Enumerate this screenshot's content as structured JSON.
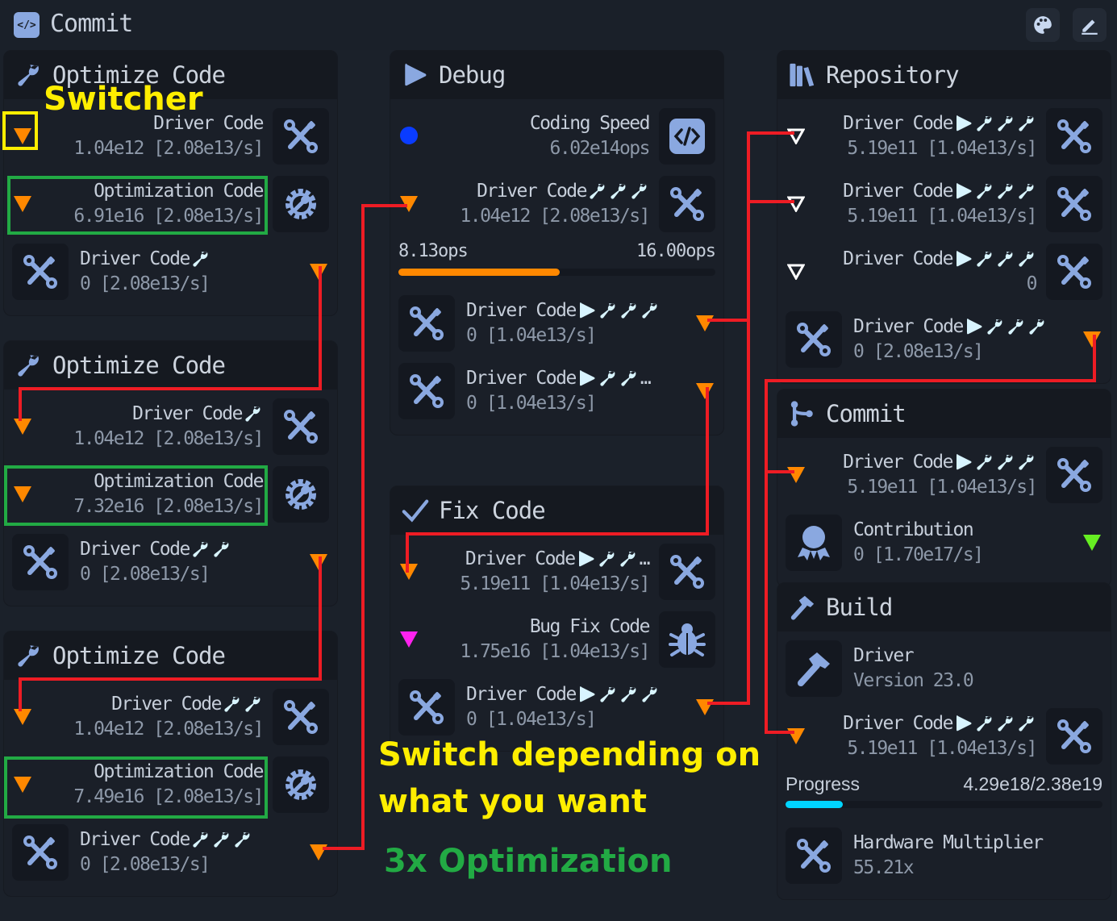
{
  "app": {
    "title": "Commit",
    "icon": "code-icon",
    "actions": [
      "palette-icon",
      "pencil-icon"
    ]
  },
  "colors": {
    "accent": "#8aa8e0",
    "orange": "#ff8800",
    "cyan": "#00d4ff",
    "annotation_yellow": "#ffee00",
    "annotation_green": "#22aa44",
    "line_red": "#ee1c24"
  },
  "panels": [
    {
      "id": "opt1",
      "title": "Optimize Code",
      "icon": "wrench",
      "rows": [
        {
          "type": "right",
          "title": "Driver Code",
          "sub": "1.04e12 [2.08e13/s]",
          "icon": "tools",
          "ind": "orange"
        },
        {
          "type": "right",
          "title": "Optimization Code",
          "sub": "6.91e16 [2.08e13/s]",
          "icon": "gear",
          "ind": "orange"
        },
        {
          "type": "left",
          "title": "Driver Code",
          "wrenches": 1,
          "sub": "0 [2.08e13/s]",
          "icon": "tools",
          "ind": "orange"
        }
      ]
    },
    {
      "id": "opt2",
      "title": "Optimize Code",
      "icon": "wrench",
      "rows": [
        {
          "type": "right",
          "title": "Driver Code",
          "wrenches": 1,
          "sub": "1.04e12 [2.08e13/s]",
          "icon": "tools",
          "ind": "orange"
        },
        {
          "type": "right",
          "title": "Optimization Code",
          "sub": "7.32e16 [2.08e13/s]",
          "icon": "gear",
          "ind": "orange"
        },
        {
          "type": "left",
          "title": "Driver Code",
          "wrenches": 2,
          "sub": "0 [2.08e13/s]",
          "icon": "tools",
          "ind": "orange"
        }
      ]
    },
    {
      "id": "opt3",
      "title": "Optimize Code",
      "icon": "wrench",
      "rows": [
        {
          "type": "right",
          "title": "Driver Code",
          "wrenches": 2,
          "sub": "1.04e12 [2.08e13/s]",
          "icon": "tools",
          "ind": "orange"
        },
        {
          "type": "right",
          "title": "Optimization Code",
          "sub": "7.49e16 [2.08e13/s]",
          "icon": "gear",
          "ind": "orange"
        },
        {
          "type": "left",
          "title": "Driver Code",
          "wrenches": 3,
          "sub": "0 [2.08e13/s]",
          "icon": "tools",
          "ind": "orange"
        }
      ]
    },
    {
      "id": "debug",
      "title": "Debug",
      "icon": "play",
      "rows": [
        {
          "type": "right",
          "title": "Coding Speed",
          "sub": "6.02e14ops",
          "icon": "code",
          "ind": "blue"
        },
        {
          "type": "right",
          "title": "Driver Code",
          "wrenches": 3,
          "sub": "1.04e12 [2.08e13/s]",
          "icon": "tools",
          "ind": "orange"
        },
        {
          "type": "progress",
          "left": "8.13ops",
          "right": "16.00ops",
          "fraction": 0.508,
          "color": "#ff8800"
        },
        {
          "type": "left",
          "title": "Driver Code",
          "play": true,
          "wrenches": 3,
          "sub": "0 [1.04e13/s]",
          "icon": "tools",
          "ind": "orange"
        },
        {
          "type": "left",
          "title": "Driver Code",
          "play": true,
          "wrenches": 2,
          "ellipsis": "…",
          "sub": "0 [1.04e13/s]",
          "icon": "tools",
          "ind": "orange"
        }
      ]
    },
    {
      "id": "fix",
      "title": "Fix Code",
      "icon": "check",
      "rows": [
        {
          "type": "right",
          "title": "Driver Code",
          "play": true,
          "wrenches": 2,
          "ellipsis": "…",
          "sub": "5.19e11 [1.04e13/s]",
          "icon": "tools",
          "ind": "orange"
        },
        {
          "type": "right",
          "title": "Bug Fix Code",
          "sub": "1.75e16 [1.04e13/s]",
          "icon": "bug",
          "ind": "magenta"
        },
        {
          "type": "left",
          "title": "Driver Code",
          "play": true,
          "wrenches": 3,
          "sub": "0 [1.04e13/s]",
          "icon": "tools",
          "ind": "orange"
        }
      ]
    },
    {
      "id": "repo",
      "title": "Repository",
      "icon": "books",
      "rows": [
        {
          "type": "right",
          "title": "Driver Code",
          "play": true,
          "wrenches": 3,
          "sub": "5.19e11 [1.04e13/s]",
          "icon": "tools",
          "ind": "white"
        },
        {
          "type": "right",
          "title": "Driver Code",
          "play": true,
          "wrenches": 3,
          "sub": "5.19e11 [1.04e13/s]",
          "icon": "tools",
          "ind": "white"
        },
        {
          "type": "right",
          "title": "Driver Code",
          "play": true,
          "wrenches": 3,
          "sub": "0",
          "icon": "tools",
          "ind": "white"
        },
        {
          "type": "left",
          "title": "Driver Code",
          "play": true,
          "wrenches": 3,
          "sub": "0 [2.08e13/s]",
          "icon": "tools",
          "ind": "orange"
        }
      ]
    },
    {
      "id": "commit",
      "title": "Commit",
      "icon": "branch",
      "rows": [
        {
          "type": "right",
          "title": "Driver Code",
          "play": true,
          "wrenches": 3,
          "sub": "5.19e11 [1.04e13/s]",
          "icon": "tools",
          "ind": "orange"
        },
        {
          "type": "left",
          "title": "Contribution",
          "sub": "0 [1.70e17/s]",
          "icon": "ribbon",
          "ind": "green"
        }
      ]
    },
    {
      "id": "build",
      "title": "Build",
      "icon": "hammer",
      "rows": [
        {
          "type": "left",
          "title": "Driver",
          "sub": "Version 23.0",
          "icon": "hammer",
          "ind": "none"
        },
        {
          "type": "right",
          "title": "Driver Code",
          "play": true,
          "wrenches": 3,
          "sub": "5.19e11 [1.04e13/s]",
          "icon": "tools",
          "ind": "orange"
        },
        {
          "type": "progress",
          "sans": true,
          "left": "Progress",
          "right": "4.29e18/2.38e19",
          "fraction": 0.18,
          "color": "#00d4ff"
        },
        {
          "type": "left",
          "title": "Hardware Multiplier",
          "sub": "55.21x",
          "icon": "tools",
          "ind": "none"
        }
      ]
    }
  ],
  "annotations": {
    "switcher": "Switcher",
    "switch_line1": "Switch depending on",
    "switch_line2": "what you want",
    "optimization": "3x Optimization"
  }
}
